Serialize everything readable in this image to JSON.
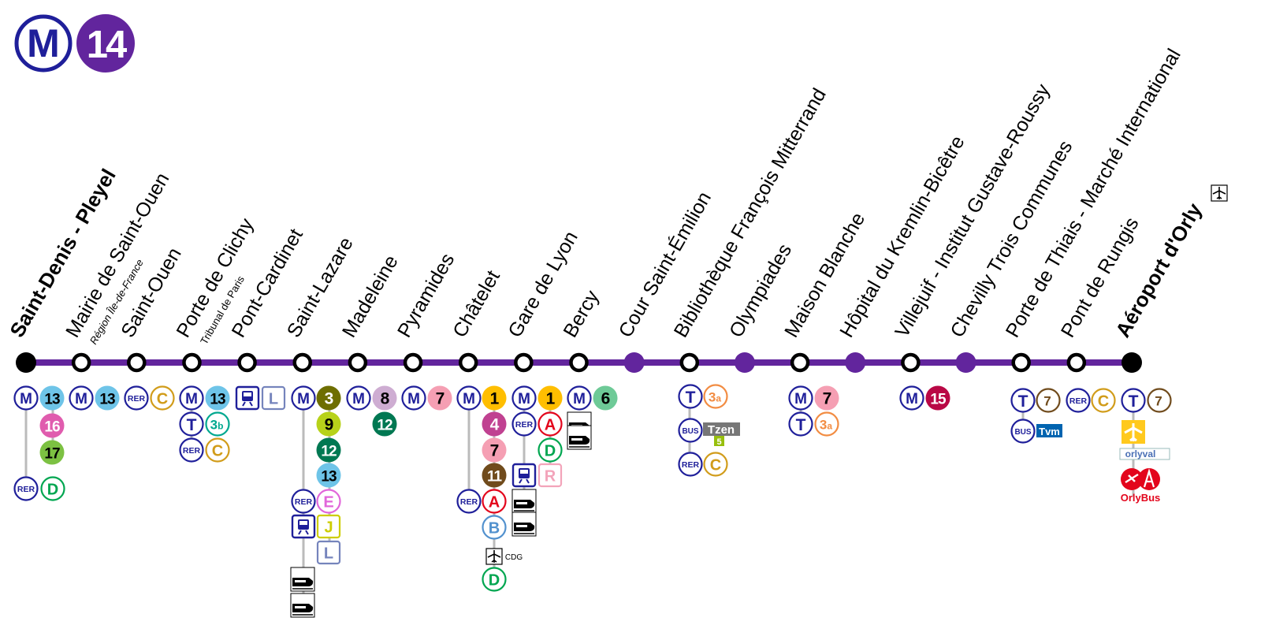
{
  "header": {
    "network_logo": "M",
    "line_number": "14",
    "line_color": "#62259D"
  },
  "colors": {
    "line": "#62259D",
    "metro_m": "#1F1F9A",
    "terminus": "#000000",
    "corr": "#BBBBBB"
  },
  "badge_colors": {
    "m1": "#FFBE00",
    "m3": "#6E6E00",
    "m4": "#C04191",
    "m6": "#6ECA97",
    "m7": "#F59FB3",
    "m8": "#CEADD2",
    "m9": "#B7D21A",
    "m11": "#704B1C",
    "m12": "#007852",
    "m13": "#6EC4E8",
    "m15": "#B90845",
    "m16": "#E05CAE",
    "m17": "#7CC142",
    "rerA": "#E3051C",
    "rerB": "#5291CE",
    "rerC": "#D19C1A",
    "rerD": "#00A650",
    "rerE": "#E166DA",
    "t3a": "#F28C42",
    "t3b": "#00A88F",
    "t7": "#704B1C",
    "tzen5": "#97BF0D",
    "trainJ": "#CDCD00",
    "trainL": "#7584BC",
    "trainR": "#F3A4BA"
  },
  "stations": [
    {
      "name": "Saint-Denis - Pleyel",
      "terminus": true
    },
    {
      "name": "Mairie de Saint-Ouen",
      "sub": "Région Île-de-France"
    },
    {
      "name": "Saint-Ouen"
    },
    {
      "name": "Porte de Clichy",
      "sub": "Tribunal de Paris"
    },
    {
      "name": "Pont-Cardinet"
    },
    {
      "name": "Saint-Lazare"
    },
    {
      "name": "Madeleine"
    },
    {
      "name": "Pyramides"
    },
    {
      "name": "Châtelet"
    },
    {
      "name": "Gare de Lyon"
    },
    {
      "name": "Bercy"
    },
    {
      "name": "Cour Saint-Émilion",
      "future": true
    },
    {
      "name": "Bibliothèque François Mitterrand"
    },
    {
      "name": "Olympiades",
      "future": true
    },
    {
      "name": "Maison Blanche"
    },
    {
      "name": "Hôpital du Kremlin-Bicêtre",
      "future": true
    },
    {
      "name": "Villejuif - Institut Gustave-Roussy"
    },
    {
      "name": "Chevilly Trois Communes",
      "future": true
    },
    {
      "name": "Porte de Thiais - Marché International"
    },
    {
      "name": "Pont de Rungis"
    },
    {
      "name": "Aéroport d'Orly",
      "terminus": true,
      "airport_icon": "plane-icon"
    }
  ],
  "labels": {
    "rer": "RER",
    "metro": "M",
    "tram": "T",
    "bus": "BUS",
    "m1": "1",
    "m3": "3",
    "m4": "4",
    "m6": "6",
    "m7": "7",
    "m8": "8",
    "m9": "9",
    "m11": "11",
    "m12": "12",
    "m13": "13",
    "m15": "15",
    "m16": "16",
    "m17": "17",
    "rerA": "A",
    "rerB": "B",
    "rerC": "C",
    "rerD": "D",
    "rerE": "E",
    "t3a_num": "3",
    "t3a_sfx": "a",
    "t3b_num": "3",
    "t3b_sfx": "b",
    "t7": "7",
    "trainJ": "J",
    "trainL": "L",
    "trainR": "R",
    "tzen": "Tzen",
    "tzen_num": "5",
    "tvm": "Tvm",
    "cdg": "CDG",
    "orlyval": "orlyval",
    "orlybus": "OrlyBus"
  }
}
